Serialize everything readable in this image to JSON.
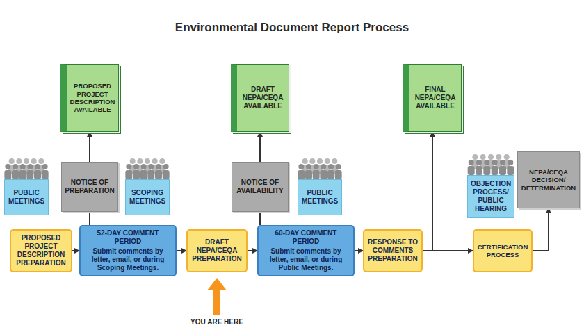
{
  "diagram": {
    "title": "Environmental Document Report Process",
    "nodes": [
      {
        "text": [
          "PROPOSED PROJECT DESCRIPTION AVAILABLE"
        ]
      },
      {
        "text": [
          "DRAFT NEPA/CEQA AVAILABLE"
        ]
      },
      {
        "text": [
          "FINAL NEPA/CEQA AVAILABLE"
        ]
      },
      {
        "text": [
          "PUBLIC MEETINGS"
        ]
      },
      {
        "text": [
          "NOTICE OF PREPARATION"
        ]
      },
      {
        "text": [
          "SCOPING MEETINGS"
        ]
      },
      {
        "text": [
          "NOTICE OF AVAILABILITY"
        ]
      },
      {
        "text": [
          "PUBLIC MEETINGS"
        ]
      },
      {
        "text": [
          "OBJECTION PROCESS/ PUBLIC HEARING"
        ]
      },
      {
        "text": [
          "NEPA/CEQA DECISION/ DETERMINATION"
        ]
      },
      {
        "text": [
          "PROPOSED PROJECT DESCRIPTION PREPARATION"
        ]
      },
      {
        "text": [
          "52-DAY COMMENT PERIOD",
          "Submit comments by letter, email, or during Scoping Meetings."
        ]
      },
      {
        "text": [
          "DRAFT NEPA/CEQA PREPARATION"
        ]
      },
      {
        "text": [
          "60-DAY COMMENT PERIOD",
          "Submit comments by letter, email, or during Public Meetings."
        ]
      },
      {
        "text": [
          "RESPONSE TO COMMENTS PREPARATION"
        ]
      },
      {
        "text": [
          "CERTIFICATION PROCESS"
        ]
      }
    ],
    "edges": [
      {
        "from": 10,
        "to": 11,
        "arrow": "to"
      },
      {
        "from": 11,
        "to": 12,
        "arrow": "to"
      },
      {
        "from": 12,
        "to": 13,
        "arrow": "to"
      },
      {
        "from": 13,
        "to": 14,
        "arrow": "to"
      },
      {
        "from": 14,
        "to": 15,
        "arrow": "to"
      },
      {
        "from": 11,
        "to": 4,
        "arrow": "none"
      },
      {
        "from": 4,
        "to": 0,
        "arrow": "to"
      },
      {
        "from": 13,
        "to": 6,
        "arrow": "none"
      },
      {
        "from": 6,
        "to": 1,
        "arrow": "to"
      },
      {
        "from": 14,
        "to": 2,
        "arrow": "to"
      },
      {
        "from": 15,
        "to": 9,
        "arrow": "to"
      }
    ],
    "labels": [
      "YOU ARE HERE"
    ]
  }
}
